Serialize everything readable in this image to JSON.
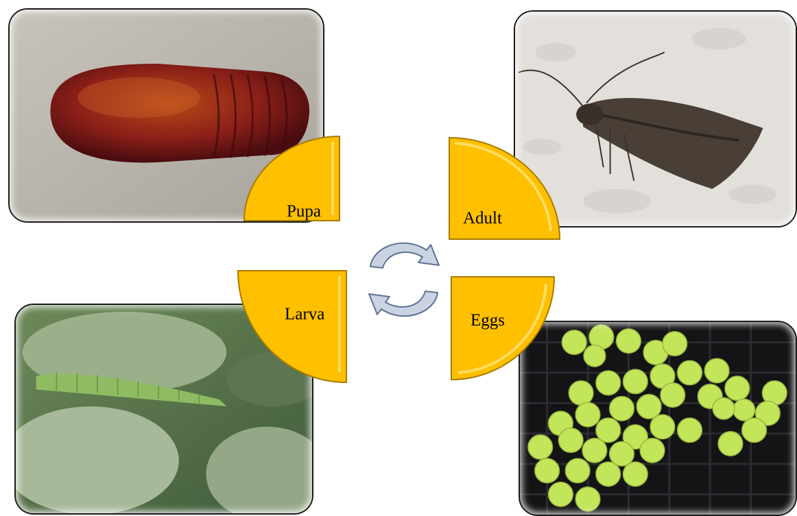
{
  "stages": {
    "pupa": {
      "label": "Pupa"
    },
    "adult": {
      "label": "Adult"
    },
    "larva": {
      "label": "Larva"
    },
    "eggs": {
      "label": "Eggs"
    }
  },
  "colors": {
    "petal_fill": "#FFC000",
    "petal_highlight": "#FFE37A",
    "arrow_fill": "#C9D3E2",
    "arrow_stroke": "#5E7290"
  },
  "icons": {
    "cycle": "circular-arrows-icon"
  }
}
